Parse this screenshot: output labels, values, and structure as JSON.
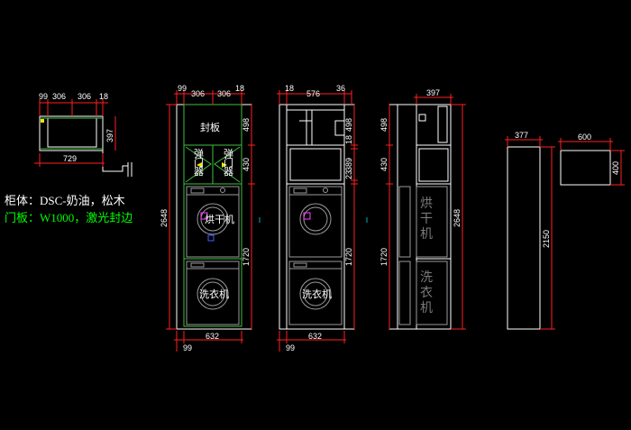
{
  "colors": {
    "background": "#000000",
    "outline": "#ffffff",
    "dimension": "#ff2020",
    "panel_green": "#3fbf3f",
    "panel_yellow": "#e8e800",
    "appliance_grey": "#9a9a9a",
    "note_green": "#00ff00"
  },
  "notes": {
    "cabinet_material": "柜体：DSC-奶油，松木",
    "door_material": "门板：W1000，激光封边"
  },
  "plan_view": {
    "dims_top": [
      "99",
      "306",
      "306",
      "18"
    ],
    "dim_bottom": "729",
    "dim_right": "397"
  },
  "elevation_front": {
    "dims_top": [
      "99",
      "306",
      "18"
    ],
    "dims_right": [
      "498",
      "430",
      "1720"
    ],
    "dim_left": "2648",
    "dims_bottom": [
      "99",
      "632"
    ],
    "label_top_panel": "封板",
    "label_spring_door_left": [
      "弹",
      "门",
      "器"
    ],
    "label_spring_door_right": [
      "弹",
      "门",
      "器"
    ],
    "label_dryer": "烘干机",
    "label_washer": "洗衣机"
  },
  "elevation_internal": {
    "dims_top": [
      "18",
      "576",
      "36"
    ],
    "dims_right": [
      "498",
      "18",
      "389",
      "23",
      "1720"
    ],
    "dims_bottom": [
      "99",
      "632"
    ],
    "label_washer": "洗衣机"
  },
  "elevation_side": {
    "dim_top": "397",
    "dims_left": [
      "498",
      "430",
      "1720"
    ],
    "dim_right": "2648",
    "label_dryer": [
      "烘",
      "干",
      "机"
    ],
    "label_washer": [
      "洗",
      "衣",
      "机"
    ]
  },
  "tall_block": {
    "dim_top": "377",
    "dim_right": "2150"
  },
  "small_block": {
    "dim_top": "600",
    "dim_right": "400"
  }
}
